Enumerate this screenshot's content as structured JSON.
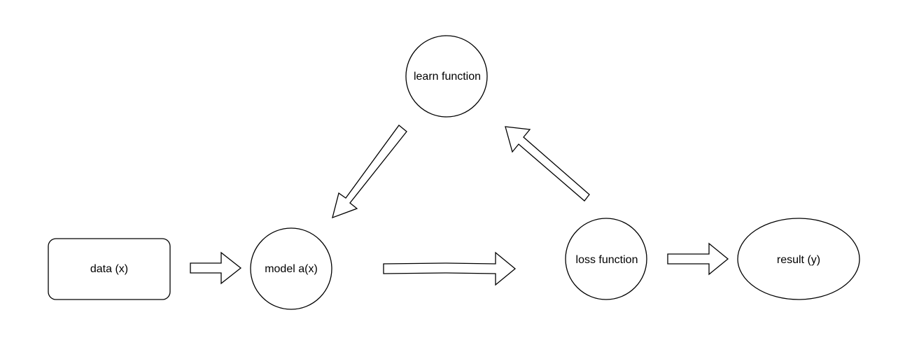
{
  "diagram": {
    "nodes": {
      "data": {
        "label": "data (x)",
        "shape": "rounded-rectangle"
      },
      "model": {
        "label": "model a(x)",
        "shape": "circle"
      },
      "learn": {
        "label": "learn function",
        "shape": "circle"
      },
      "loss": {
        "label": "loss function",
        "shape": "circle"
      },
      "result": {
        "label": "result (y)",
        "shape": "ellipse"
      }
    },
    "edges": [
      {
        "from": "data",
        "to": "model"
      },
      {
        "from": "model",
        "to": "loss"
      },
      {
        "from": "loss",
        "to": "result"
      },
      {
        "from": "loss",
        "to": "learn"
      },
      {
        "from": "learn",
        "to": "model"
      }
    ],
    "colors": {
      "stroke": "#000000",
      "fill": "#ffffff",
      "text": "#000000"
    }
  }
}
